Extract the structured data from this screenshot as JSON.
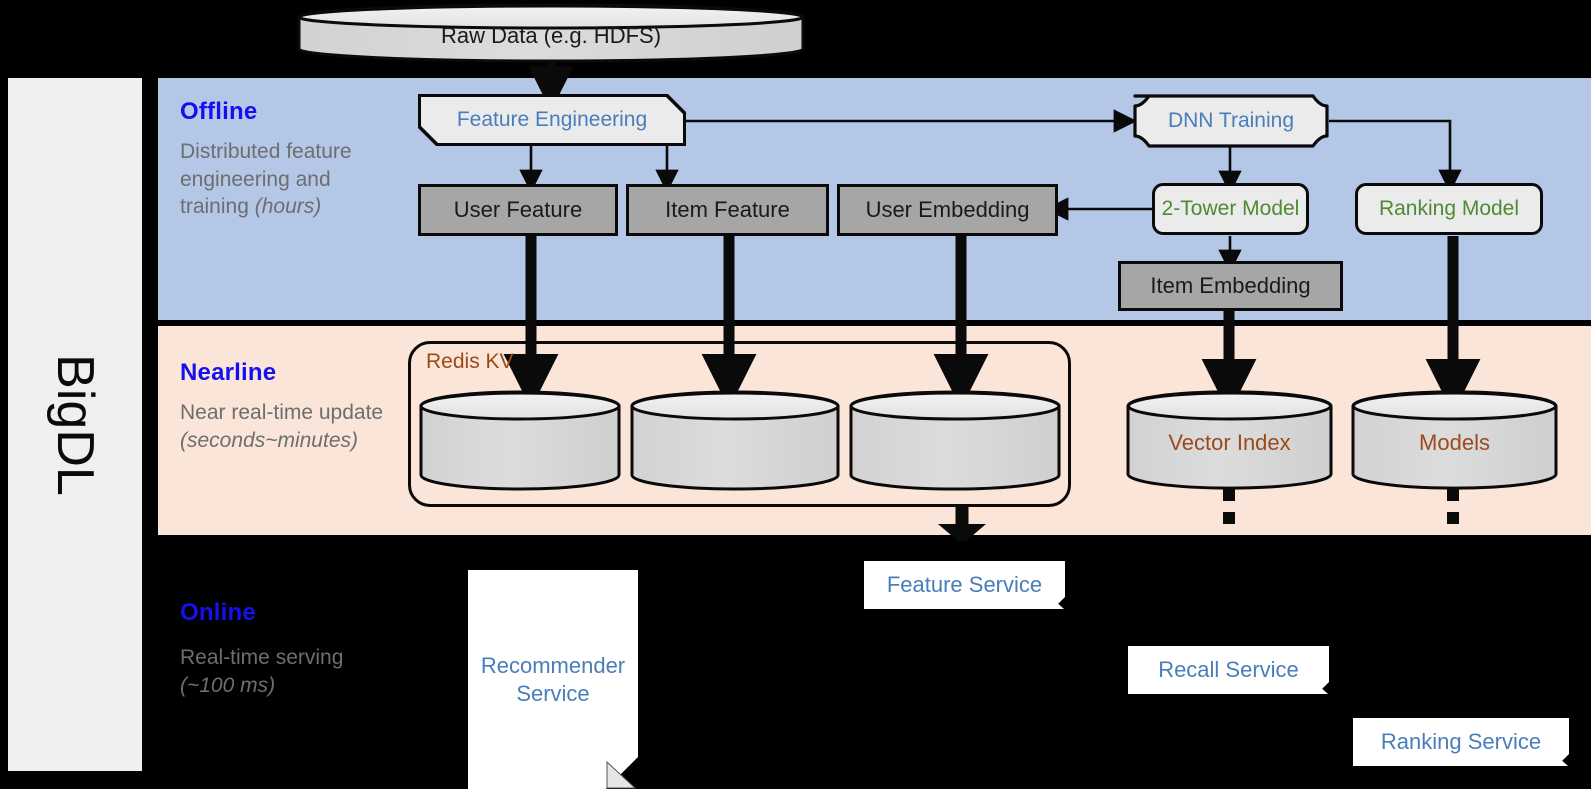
{
  "rail": {
    "label": "BigDL"
  },
  "bands": [
    {
      "key": "offline",
      "title": "Offline",
      "desc_plain": "Distributed feature engineering and training ",
      "desc_italic": "(hours)"
    },
    {
      "key": "nearline",
      "title": "Nearline",
      "desc_plain": "Near real-time update ",
      "desc_italic": "(seconds~minutes)"
    },
    {
      "key": "online",
      "title": "Online",
      "desc_plain": "Real-time serving ",
      "desc_italic": "(~100 ms)"
    }
  ],
  "nodes": {
    "raw_data": "Raw Data (e.g. HDFS)",
    "feature_engineering": "Feature Engineering",
    "dnn_training": "DNN Training",
    "user_feature": "User Feature",
    "item_feature": "Item Feature",
    "user_embedding": "User Embedding",
    "two_tower_model": "2-Tower Model",
    "ranking_model": "Ranking Model",
    "item_embedding": "Item Embedding",
    "redis_kv": "Redis KV",
    "vector_index": "Vector Index",
    "models": "Models",
    "recommender_service": "Recommender\nService",
    "recommender_service_l1": "Recommender",
    "recommender_service_l2": "Service",
    "feature_service": "Feature Service",
    "recall_service": "Recall Service",
    "ranking_service": "Ranking Service"
  },
  "colors": {
    "offline_band": "#b4c7e7",
    "nearline_band": "#fae5d8",
    "online_band": "#000000",
    "rail": "#efefef",
    "band_title": "#1510ef",
    "band_desc": "#6d6e70",
    "gray_node": "#a6a6a6",
    "proc_node": "#ebebeb",
    "blue_text": "#4a7ebb",
    "green_text": "#4f8a35",
    "brown_text": "#9c4a1a",
    "outline": "#0a0a0a"
  }
}
